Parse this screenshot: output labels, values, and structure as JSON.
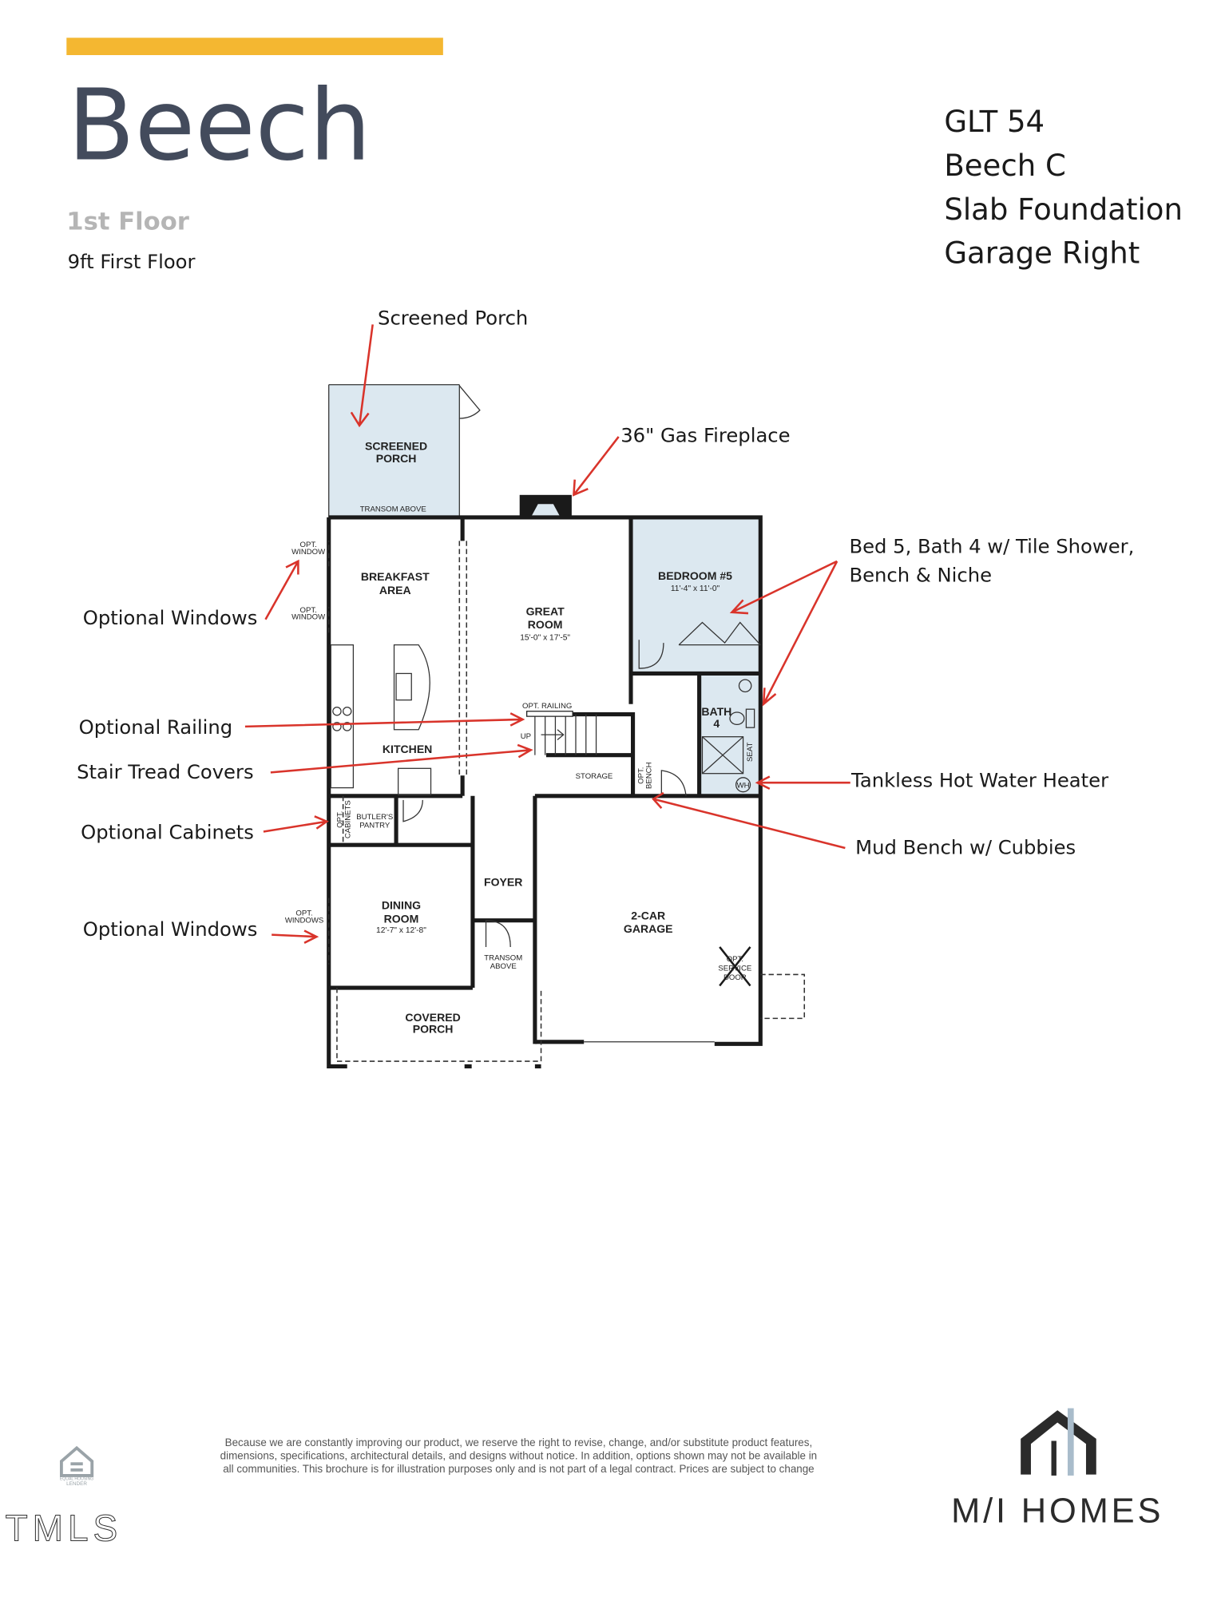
{
  "header": {
    "title": "Beech",
    "floor": "1st Floor",
    "ceiling": "9ft First Floor",
    "accent_color": "#f4b731",
    "title_color": "#434b5c",
    "lot_info": [
      "GLT 54",
      "Beech C",
      "Slab Foundation",
      "Garage Right"
    ]
  },
  "plan": {
    "rooms": {
      "screened_porch": [
        "SCREENED",
        "PORCH"
      ],
      "transom_above_porch": "TRANSOM ABOVE",
      "breakfast_area": [
        "BREAKFAST",
        "AREA"
      ],
      "great_room": [
        "GREAT",
        "ROOM"
      ],
      "great_room_dims": "15'-0\" x 17'-5\"",
      "bedroom5": "BEDROOM #5",
      "bedroom5_dims": "11'-4\" x 11'-0\"",
      "bath4": [
        "BATH",
        "4"
      ],
      "seat": "SEAT",
      "water_heater": "WH",
      "opt_railing": "OPT. RAILING",
      "up": "UP",
      "kitchen": "KITCHEN",
      "storage": "STORAGE",
      "opt_bench": [
        "OPT.",
        "BENCH"
      ],
      "opt_cabinets": [
        "OPT.",
        "CABINETS"
      ],
      "butlers_pantry": [
        "BUTLER'S",
        "PANTRY"
      ],
      "foyer": "FOYER",
      "dining_room": [
        "DINING",
        "ROOM"
      ],
      "dining_room_dims": "12'-7\" x 12'-8\"",
      "garage": [
        "2-CAR",
        "GARAGE"
      ],
      "transom_above_foyer": [
        "TRANSOM",
        "ABOVE"
      ],
      "opt_service_door": [
        "OPT.",
        "SERVICE",
        "DOOR"
      ],
      "covered_porch": [
        "COVERED",
        "PORCH"
      ],
      "opt_window_1": [
        "OPT.",
        "WINDOW"
      ],
      "opt_window_2": [
        "OPT.",
        "WINDOW"
      ],
      "opt_windows": [
        "OPT.",
        "WINDOWS"
      ]
    },
    "fill_color": "#dce8f0",
    "annotation_color": "#d9342b",
    "annotations": {
      "screened_porch": "Screened Porch",
      "fireplace": "36\" Gas Fireplace",
      "bed5": [
        "Bed 5, Bath 4 w/ Tile Shower,",
        "Bench & Niche"
      ],
      "optional_windows_1": "Optional Windows",
      "optional_railing": "Optional Railing",
      "stair_tread": "Stair Tread Covers",
      "optional_cabinets": "Optional Cabinets",
      "optional_windows_2": "Optional Windows",
      "tankless": "Tankless Hot Water Heater",
      "mud_bench": "Mud Bench w/ Cubbies"
    }
  },
  "footer": {
    "disclaimer": [
      "Because we are constantly improving our product, we reserve the right to revise, change, and/or substitute product features,",
      "dimensions, specifications, architectural details, and designs without notice. In addition, options shown may not be available in",
      "all communities. This brochure is for illustration purposes only and is not part of a legal contract. Prices are subject to change"
    ],
    "equal_housing": [
      "EQUAL HOUSING",
      "LENDER"
    ],
    "mls_mark": "TMLS",
    "brand": "M/I HOMES"
  }
}
